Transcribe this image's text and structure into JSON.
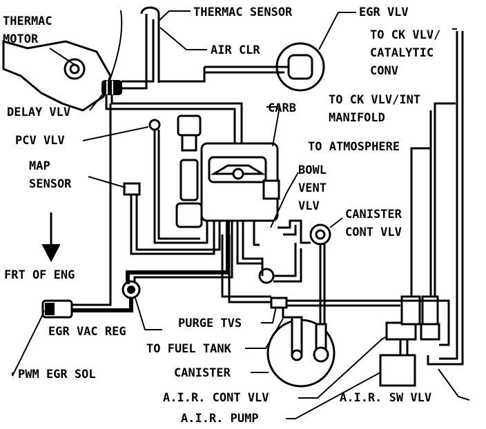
{
  "labels": {
    "thermac_motor_1": "THERMAC",
    "thermac_motor_2": "MOTOR",
    "thermac_sensor": "THERMAC SENSOR",
    "egr_vlv": "EGR VLV",
    "to_ck_vlv_catalytic_1": "TO CK VLV/",
    "to_ck_vlv_catalytic_2": "CATALYTIC",
    "to_ck_vlv_catalytic_3": "CONV",
    "air_clr": "AIR CLR",
    "delay_vlv": "DELAY VLV",
    "carb": "CARB",
    "to_ck_vlv_int_1": "TO CK VLV/INT",
    "to_ck_vlv_int_2": "MANIFOLD",
    "pcv_vlv": "PCV VLV",
    "to_atmosphere": "TO ATMOSPHERE",
    "map_sensor_1": "MAP",
    "map_sensor_2": "SENSOR",
    "bowl_vent_vlv_1": "BOWL",
    "bowl_vent_vlv_2": "VENT",
    "bowl_vent_vlv_3": "VLV",
    "canister_cont_vlv_1": "CANISTER",
    "canister_cont_vlv_2": "CONT VLV",
    "frt_of_eng": "FRT OF ENG",
    "egr_vac_reg": "EGR VAC REG",
    "purge_tvs": "PURGE TVS",
    "to_fuel_tank": "TO FUEL TANK",
    "pwm_egr_sol": "PWM EGR SOL",
    "canister": "CANISTER",
    "air_cont_vlv": "A.I.R. CONT VLV",
    "air_sw_vlv": "A.I.R. SW VLV",
    "air_pump": "A.I.R. PUMP"
  }
}
